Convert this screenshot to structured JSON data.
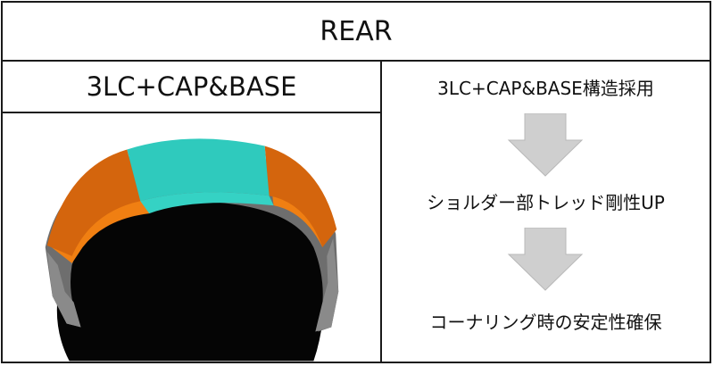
{
  "header": {
    "title": "REAR"
  },
  "left": {
    "title": "3LC+CAP&BASE"
  },
  "right": {
    "steps": [
      "3LC+CAP&BASE構造採用",
      "ショルダー部トレッド剛性UP",
      "コーナリング時の安定性確保"
    ]
  },
  "colors": {
    "tread_center": "#2fcabd",
    "tread_shoulder": "#d4650d",
    "base_layer": "#f07f12",
    "casing": "#6e6e6e",
    "interior": "#050505",
    "arrow": "#cfcfcf"
  }
}
